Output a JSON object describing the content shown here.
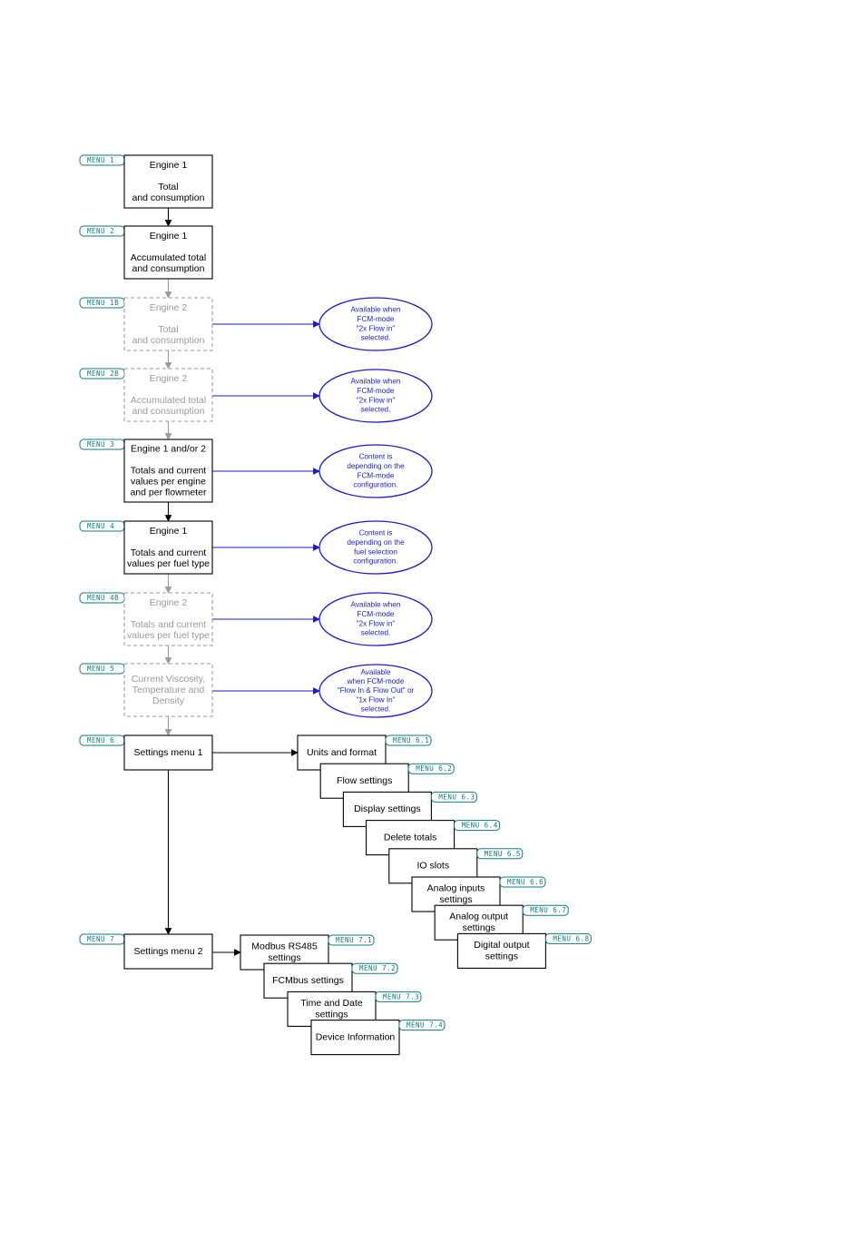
{
  "menus": [
    {
      "tag": "MENU 1",
      "lines": [
        "Engine 1",
        "",
        "Total",
        "and consumption"
      ],
      "dim": false
    },
    {
      "tag": "MENU 2",
      "lines": [
        "Engine 1",
        "",
        "Accumulated total",
        "and consumption"
      ],
      "dim": false
    },
    {
      "tag": "MENU 1B",
      "lines": [
        "Engine 2",
        "",
        "Total",
        "and consumption"
      ],
      "dim": true,
      "note": [
        "Available when",
        "FCM-mode",
        "\"2x Flow in\"",
        "selected."
      ]
    },
    {
      "tag": "MENU 2B",
      "lines": [
        "Engine 2",
        "",
        "Accumulated total",
        "and consumption"
      ],
      "dim": true,
      "note": [
        "Available when",
        "FCM-mode",
        "\"2x Flow in\"",
        "selected."
      ]
    },
    {
      "tag": "MENU 3",
      "lines": [
        "Engine 1 and/or 2",
        "",
        "Totals and current",
        "values per engine",
        "and per flowmeter"
      ],
      "dim": false,
      "note": [
        "Content is",
        "depending on the",
        "FCM-mode",
        "configuration."
      ]
    },
    {
      "tag": "MENU 4",
      "lines": [
        "Engine 1",
        "",
        "Totals and current",
        "values per fuel type"
      ],
      "dim": false,
      "note": [
        "Content is",
        "depending on the",
        "fuel selection",
        "configuration."
      ]
    },
    {
      "tag": "MENU 4B",
      "lines": [
        "Engine 2",
        "",
        "Totals and current",
        "values per fuel type"
      ],
      "dim": true,
      "note": [
        "Available when",
        "FCM-mode",
        "\"2x Flow in\"",
        "selected."
      ]
    },
    {
      "tag": "MENU 5",
      "lines": [
        "Current Viscosity,",
        "Temperature and",
        "Density"
      ],
      "dim": true,
      "note": [
        "Available",
        "when FCM-mode",
        "\"Flow In & Flow Out\" or",
        "\"1x Flow In\"",
        "selected."
      ]
    },
    {
      "tag": "MENU 6",
      "lines": [
        "Settings menu 1"
      ],
      "dim": false
    },
    {
      "tag": "MENU 7",
      "lines": [
        "Settings menu 2"
      ],
      "dim": false
    }
  ],
  "settings1": [
    {
      "tag": "MENU 6.1",
      "lines": [
        "Units and format"
      ]
    },
    {
      "tag": "MENU 6.2",
      "lines": [
        "Flow settings"
      ]
    },
    {
      "tag": "MENU 6.3",
      "lines": [
        "Display settings"
      ]
    },
    {
      "tag": "MENU 6.4",
      "lines": [
        "Delete totals"
      ]
    },
    {
      "tag": "MENU 6.5",
      "lines": [
        "IO slots"
      ]
    },
    {
      "tag": "MENU 6.6",
      "lines": [
        "Analog inputs",
        "settings"
      ]
    },
    {
      "tag": "MENU 6.7",
      "lines": [
        "Analog output",
        "settings"
      ]
    },
    {
      "tag": "MENU 6.8",
      "lines": [
        "Digital output",
        "settings"
      ]
    }
  ],
  "settings2": [
    {
      "tag": "MENU 7.1",
      "lines": [
        "Modbus RS485",
        "settings"
      ]
    },
    {
      "tag": "MENU 7.2",
      "lines": [
        "FCMbus settings"
      ]
    },
    {
      "tag": "MENU 7.3",
      "lines": [
        "Time and Date",
        "settings"
      ]
    },
    {
      "tag": "MENU 7.4",
      "lines": [
        "Device Information"
      ]
    }
  ],
  "colors": {
    "box": "#000000",
    "dim": "#9a9a9a",
    "tag": "#127a7a",
    "note": "#1a1acc"
  }
}
